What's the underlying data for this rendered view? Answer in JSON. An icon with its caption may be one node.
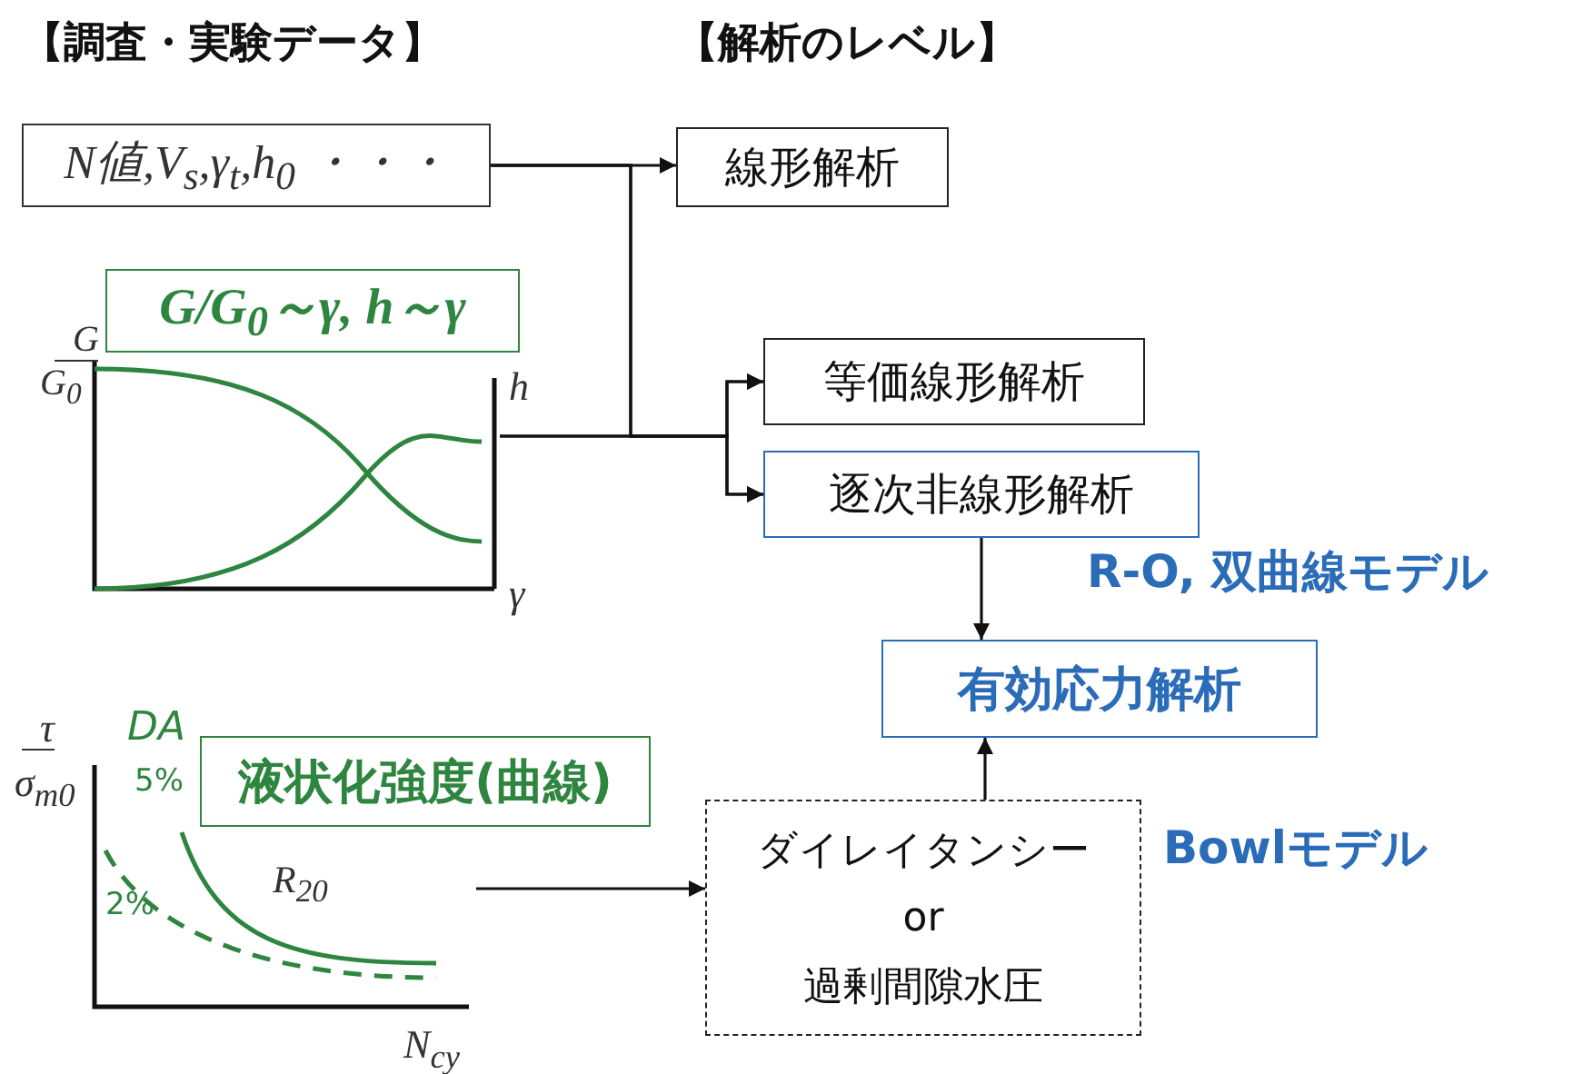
{
  "diagram": {
    "nodes": [
      {
        "text": [
          "N値,V$_{s}$,γ$_{t}$,h$_{0}$ ・・・"
        ]
      },
      {
        "text": [
          "線形解析"
        ]
      },
      {
        "text": [
          "G/G$_{0}$～γ, h～γ"
        ]
      },
      {
        "text": [],
        "shape": "chart"
      },
      {
        "text": [
          "等価線形解析"
        ]
      },
      {
        "text": [
          "逐次非線形解析"
        ]
      },
      {
        "text": [
          "有効応力解析"
        ]
      },
      {
        "text": [
          "液状化強度(曲線)"
        ]
      },
      {
        "text": [],
        "shape": "chart"
      },
      {
        "text": [
          "ダイレイタンシー",
          "or",
          "過剰間隙水圧"
        ]
      }
    ],
    "edges": [
      {
        "from": 0,
        "to": 1,
        "arrow": "to"
      },
      {
        "from": 0,
        "to": 4,
        "arrow": "to"
      },
      {
        "from": 0,
        "to": 5,
        "arrow": "to"
      },
      {
        "from": 3,
        "to": 4,
        "arrow": "to"
      },
      {
        "from": 3,
        "to": 5,
        "arrow": "to"
      },
      {
        "from": 5,
        "to": 6,
        "arrow": "to"
      },
      {
        "from": 8,
        "to": 9,
        "arrow": "to"
      },
      {
        "from": 9,
        "to": 6,
        "arrow": "to"
      }
    ],
    "labels": [
      "【調査・実験データ】",
      "【解析のレベル】",
      "G",
      "G$_{0}$",
      "h",
      "γ",
      "R-O, 双曲線モデル",
      "τ",
      "σ$_{m0}$",
      "DA",
      "5%",
      "2%",
      "R$_{20}$",
      "N$_{cy}$",
      "Bowlモデル"
    ]
  }
}
